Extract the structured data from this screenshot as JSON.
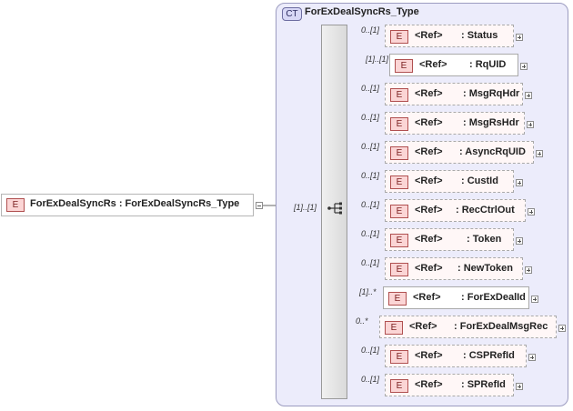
{
  "complex_type": {
    "badge": "CT",
    "title": "ForExDealSyncRs_Type"
  },
  "root": {
    "badge": "E",
    "label": "ForExDealSyncRs : ForExDealSyncRs_Type",
    "cardinality": "[1]..[1]"
  },
  "children": [
    {
      "badge": "E",
      "ref": "<Ref>",
      "name": ": Status",
      "cardinality": "0..[1]",
      "required": false
    },
    {
      "badge": "E",
      "ref": "<Ref>",
      "name": ": RqUID",
      "cardinality": "[1]..[1]",
      "required": true
    },
    {
      "badge": "E",
      "ref": "<Ref>",
      "name": ": MsgRqHdr",
      "cardinality": "0..[1]",
      "required": false
    },
    {
      "badge": "E",
      "ref": "<Ref>",
      "name": ": MsgRsHdr",
      "cardinality": "0..[1]",
      "required": false
    },
    {
      "badge": "E",
      "ref": "<Ref>",
      "name": ": AsyncRqUID",
      "cardinality": "0..[1]",
      "required": false
    },
    {
      "badge": "E",
      "ref": "<Ref>",
      "name": ": CustId",
      "cardinality": "0..[1]",
      "required": false
    },
    {
      "badge": "E",
      "ref": "<Ref>",
      "name": ": RecCtrlOut",
      "cardinality": "0..[1]",
      "required": false
    },
    {
      "badge": "E",
      "ref": "<Ref>",
      "name": ": Token",
      "cardinality": "0..[1]",
      "required": false
    },
    {
      "badge": "E",
      "ref": "<Ref>",
      "name": ": NewToken",
      "cardinality": "0..[1]",
      "required": false
    },
    {
      "badge": "E",
      "ref": "<Ref>",
      "name": ": ForExDealId",
      "cardinality": "[1]..*",
      "required": true
    },
    {
      "badge": "E",
      "ref": "<Ref>",
      "name": ": ForExDealMsgRec",
      "cardinality": "0..*",
      "required": false
    },
    {
      "badge": "E",
      "ref": "<Ref>",
      "name": ": CSPRefId",
      "cardinality": "0..[1]",
      "required": false
    },
    {
      "badge": "E",
      "ref": "<Ref>",
      "name": ": SPRefId",
      "cardinality": "0..[1]",
      "required": false
    }
  ]
}
